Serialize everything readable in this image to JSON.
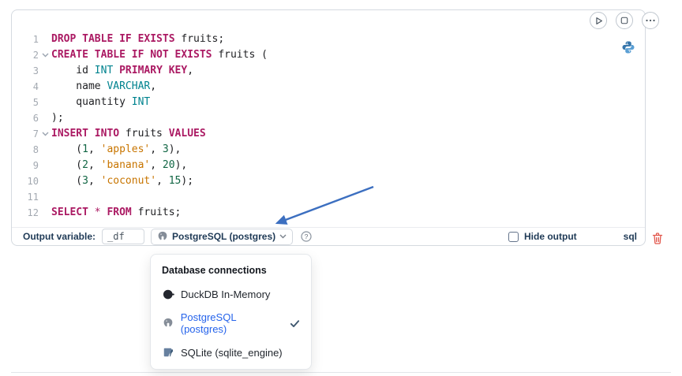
{
  "colors": {
    "accent": "#2563EB",
    "keyword": "#AB1A63",
    "type": "#00838F",
    "number": "#116644",
    "string": "#C87500",
    "plain": "#202124",
    "line-number": "#A3A9B1",
    "label": "#1F3A56",
    "arrow": "#3C6FC0",
    "trash": "#E2574C"
  },
  "icons": {
    "run": "play-icon",
    "interrupt": "stop-square-icon",
    "more": "ellipsis-icon",
    "language": "python-logo-icon",
    "engine": "postgresql-elephant-icon",
    "dropdown": "chevron-down-icon",
    "help": "question-circle-icon",
    "delete": "trash-icon",
    "selected": "checkmark-icon",
    "fold": "chevron-down-icon"
  },
  "editor": {
    "lines": [
      {
        "num": "1",
        "fold": false,
        "tokens": [
          [
            "kw",
            "DROP TABLE IF EXISTS"
          ],
          [
            "pl",
            " fruits;"
          ]
        ]
      },
      {
        "num": "2",
        "fold": true,
        "tokens": [
          [
            "kw",
            "CREATE TABLE IF NOT EXISTS"
          ],
          [
            "pl",
            " fruits ("
          ]
        ]
      },
      {
        "num": "3",
        "fold": false,
        "tokens": [
          [
            "pl",
            "    id "
          ],
          [
            "ty",
            "INT"
          ],
          [
            "pl",
            " "
          ],
          [
            "kw",
            "PRIMARY KEY"
          ],
          [
            "pl",
            ","
          ]
        ]
      },
      {
        "num": "4",
        "fold": false,
        "tokens": [
          [
            "pl",
            "    name "
          ],
          [
            "ty",
            "VARCHAR"
          ],
          [
            "pl",
            ","
          ]
        ]
      },
      {
        "num": "5",
        "fold": false,
        "tokens": [
          [
            "pl",
            "    quantity "
          ],
          [
            "ty",
            "INT"
          ]
        ]
      },
      {
        "num": "6",
        "fold": false,
        "tokens": [
          [
            "pl",
            ");"
          ]
        ]
      },
      {
        "num": "7",
        "fold": true,
        "tokens": [
          [
            "kw",
            "INSERT INTO"
          ],
          [
            "pl",
            " fruits "
          ],
          [
            "kw",
            "VALUES"
          ]
        ]
      },
      {
        "num": "8",
        "fold": false,
        "tokens": [
          [
            "pl",
            "    ("
          ],
          [
            "nu",
            "1"
          ],
          [
            "pl",
            ", "
          ],
          [
            "st",
            "'apples'"
          ],
          [
            "pl",
            ", "
          ],
          [
            "nu",
            "3"
          ],
          [
            "pl",
            "),"
          ]
        ]
      },
      {
        "num": "9",
        "fold": false,
        "tokens": [
          [
            "pl",
            "    ("
          ],
          [
            "nu",
            "2"
          ],
          [
            "pl",
            ", "
          ],
          [
            "st",
            "'banana'"
          ],
          [
            "pl",
            ", "
          ],
          [
            "nu",
            "20"
          ],
          [
            "pl",
            "),"
          ]
        ]
      },
      {
        "num": "10",
        "fold": false,
        "tokens": [
          [
            "pl",
            "    ("
          ],
          [
            "nu",
            "3"
          ],
          [
            "pl",
            ", "
          ],
          [
            "st",
            "'coconut'"
          ],
          [
            "pl",
            ", "
          ],
          [
            "nu",
            "15"
          ],
          [
            "pl",
            ");"
          ]
        ]
      },
      {
        "num": "11",
        "fold": false,
        "tokens": []
      },
      {
        "num": "12",
        "fold": false,
        "tokens": [
          [
            "kw",
            "SELECT"
          ],
          [
            "pl",
            " "
          ],
          [
            "op",
            "*"
          ],
          [
            "pl",
            " "
          ],
          [
            "kw",
            "FROM"
          ],
          [
            "pl",
            " fruits;"
          ]
        ]
      }
    ]
  },
  "toolbar": {
    "output_variable_label": "Output variable:",
    "output_variable_value": "_df",
    "engine_label": "PostgreSQL (postgres)",
    "hide_output_label": "Hide output",
    "language_label": "sql"
  },
  "menu": {
    "header": "Database connections",
    "items": [
      {
        "id": "duckdb",
        "label": "DuckDB In-Memory",
        "icon": "duckdb-icon",
        "selected": false
      },
      {
        "id": "postgresql",
        "label": "PostgreSQL (postgres)",
        "icon": "postgresql-elephant-icon",
        "selected": true
      },
      {
        "id": "sqlite",
        "label": "SQLite (sqlite_engine)",
        "icon": "sqlite-icon",
        "selected": false
      }
    ]
  }
}
